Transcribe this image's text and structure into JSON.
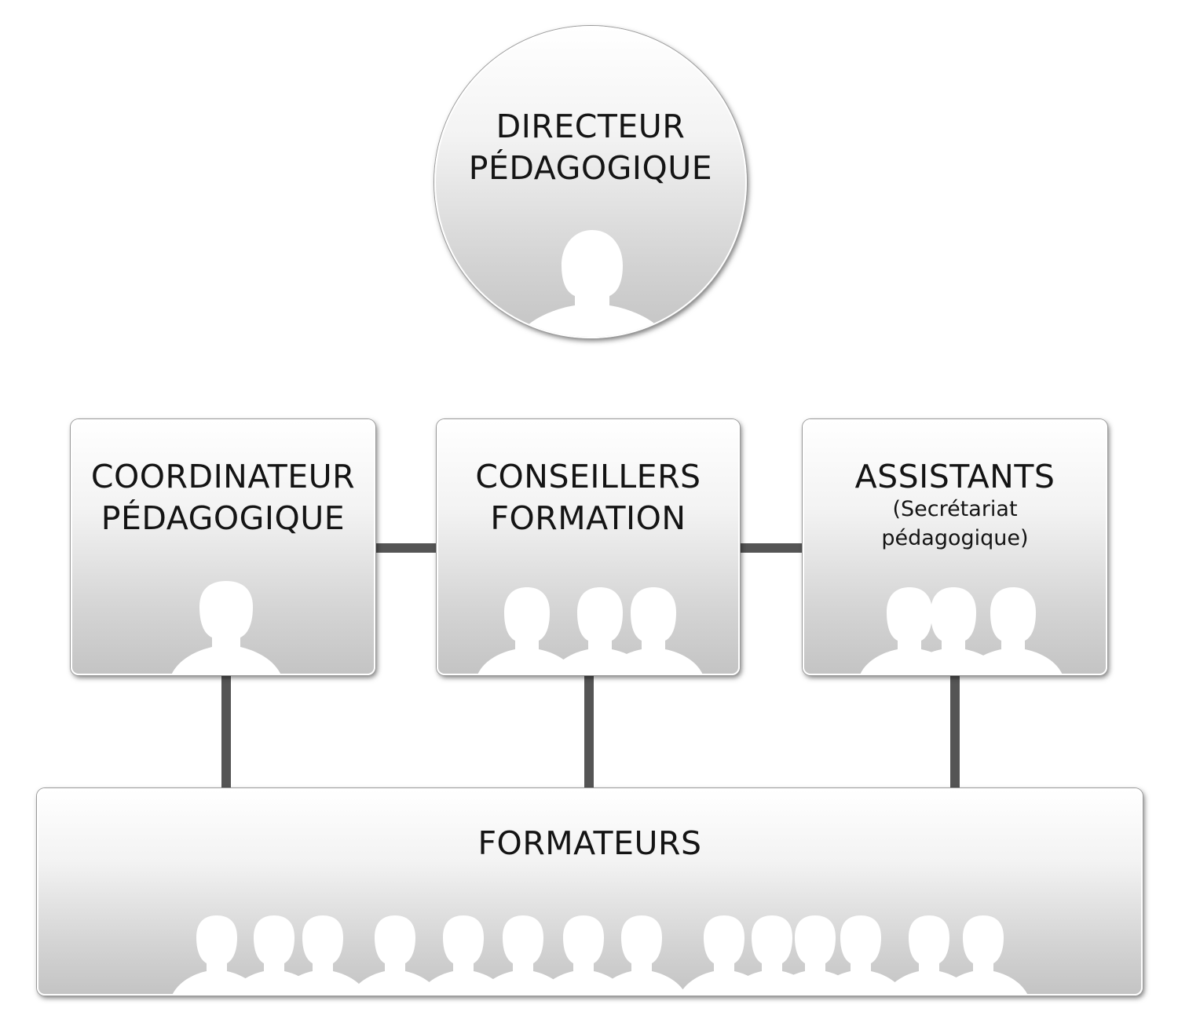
{
  "director": {
    "line1": "DIRECTEUR",
    "line2": "PÉDAGOGIQUE"
  },
  "coordinator": {
    "line1": "COORDINATEUR",
    "line2": "PÉDAGOGIQUE"
  },
  "advisors": {
    "line1": "CONSEILLERS",
    "line2": "FORMATION"
  },
  "assistants": {
    "line1": "ASSISTANTS",
    "sub1": "(Secrétariat",
    "sub2": "pédagogique)"
  },
  "trainers": {
    "line1": "FORMATEURS"
  },
  "icons": {
    "person": "person-silhouette-icon",
    "group": "people-group-icon"
  },
  "colors": {
    "connector": "#555555",
    "silhouette": "#ffffff",
    "text": "#141414"
  }
}
